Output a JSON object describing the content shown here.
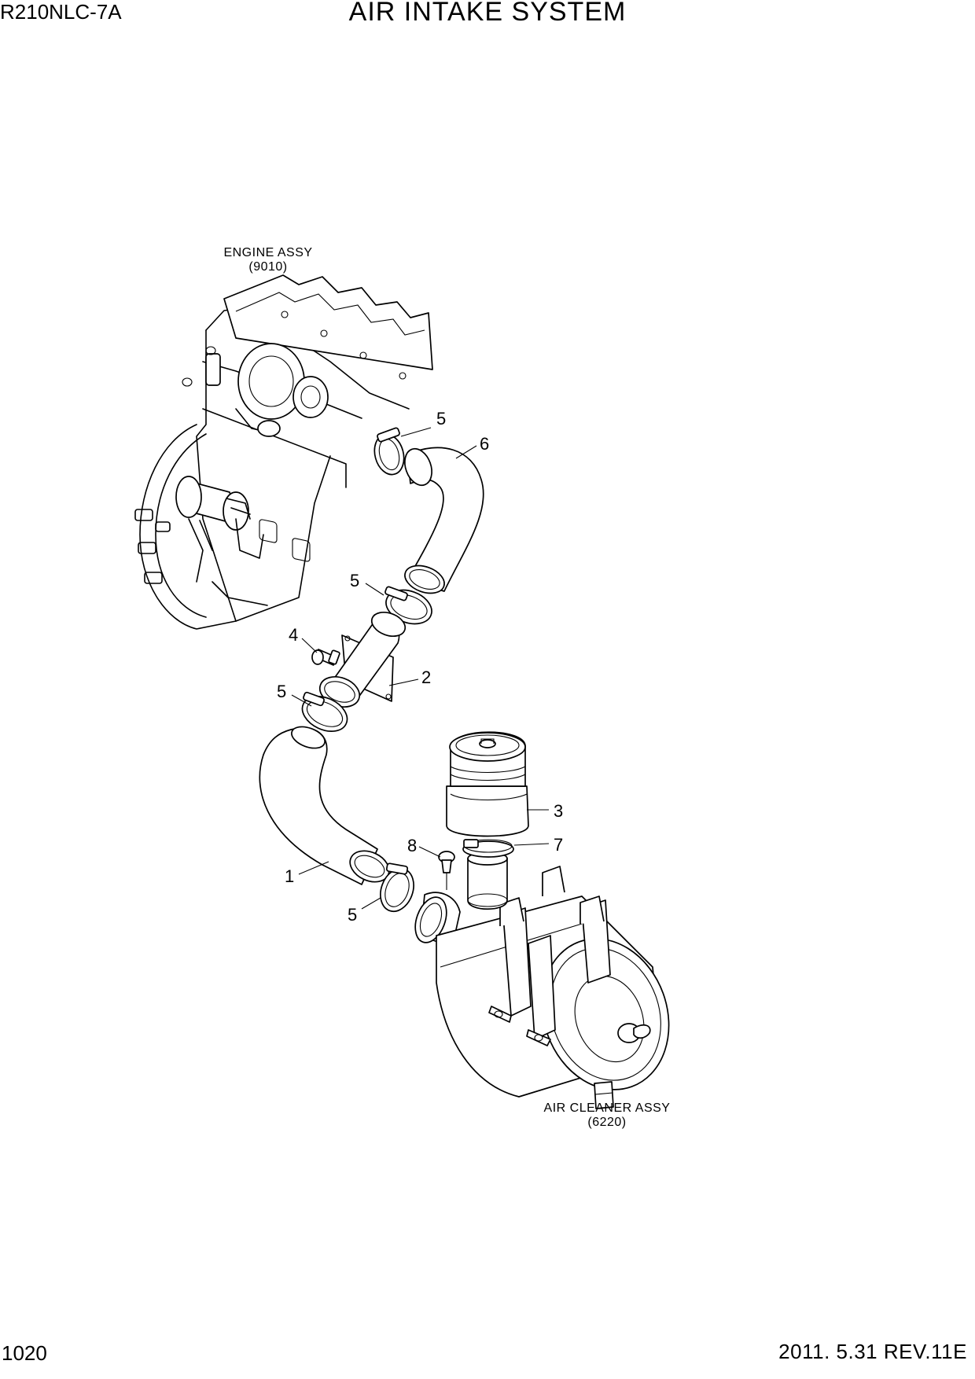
{
  "header": {
    "model": "R210NLC-7A",
    "title": "AIR INTAKE SYSTEM"
  },
  "footer": {
    "page_number": "1020",
    "revision": "2011. 5.31  REV.11E"
  },
  "references": {
    "engine_label": "ENGINE ASSY",
    "engine_code": "(9010)",
    "cleaner_label": "AIR CLEANER ASSY",
    "cleaner_code": "(6220)"
  },
  "callouts": {
    "c1": "1",
    "c2": "2",
    "c3": "3",
    "c4": "4",
    "c5a": "5",
    "c5b": "5",
    "c5c": "5",
    "c5d": "5",
    "c6": "6",
    "c7": "7",
    "c8": "8"
  }
}
